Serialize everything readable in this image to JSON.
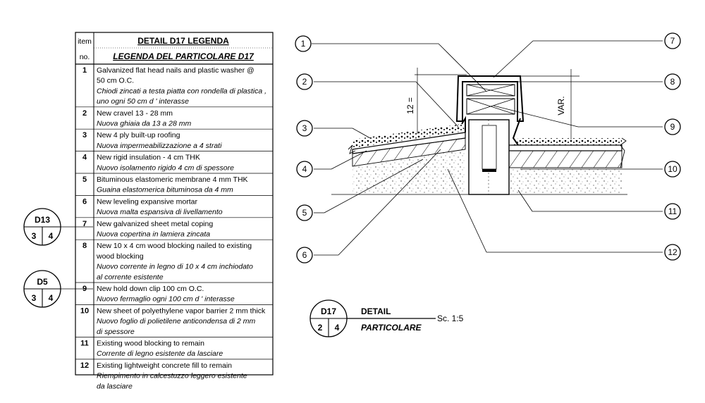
{
  "legend": {
    "col_item_top": "item",
    "col_item_bottom": "no.",
    "title_en": "DETAIL D17 LEGENDA",
    "title_it": "LEGENDA DEL PARTICOLARE D17",
    "rows": [
      {
        "no": "1",
        "lines": [
          {
            "t": "Galvanized flat head nails and plastic washer @",
            "it": false
          },
          {
            "t": "50 cm O.C.",
            "it": false
          },
          {
            "t": "Chiodi zincati a testa piatta con rondella di plastica ,",
            "it": true
          },
          {
            "t": "uno ogni 50 cm d ' interasse",
            "it": true
          }
        ]
      },
      {
        "no": "2",
        "lines": [
          {
            "t": "New cravel 13 - 28 mm",
            "it": false
          },
          {
            "t": "Nuova ghiaia da 13 a 28 mm",
            "it": true
          }
        ]
      },
      {
        "no": "3",
        "lines": [
          {
            "t": "New 4 ply built-up roofing",
            "it": false
          },
          {
            "t": "Nuova impermeabilizzazione a 4 strati",
            "it": true
          }
        ]
      },
      {
        "no": "4",
        "lines": [
          {
            "t": "New rigid insulation - 4 cm THK",
            "it": false
          },
          {
            "t": "Nuovo isolamento rigido 4 cm di spessore",
            "it": true
          }
        ]
      },
      {
        "no": "5",
        "lines": [
          {
            "t": "Bituminous elastomeric membrane 4 mm THK",
            "it": false
          },
          {
            "t": "Guaina elastomerica bituminosa da 4 mm",
            "it": true
          }
        ]
      },
      {
        "no": "6",
        "lines": [
          {
            "t": "New leveling expansive mortar",
            "it": false
          },
          {
            "t": "Nuova malta espansiva di livellamento",
            "it": true
          }
        ]
      },
      {
        "no": "7",
        "lines": [
          {
            "t": "New galvanized sheet metal coping",
            "it": false
          },
          {
            "t": "Nuova copertina in lamiera zincata",
            "it": true
          }
        ]
      },
      {
        "no": "8",
        "lines": [
          {
            "t": "New 10 x 4 cm wood blocking nailed to existing",
            "it": false
          },
          {
            "t": "wood blocking",
            "it": false
          },
          {
            "t": "Nuovo corrente in legno di 10 x 4 cm inchiodato",
            "it": true
          },
          {
            "t": "al corrente esistente",
            "it": true
          }
        ]
      },
      {
        "no": "9",
        "lines": [
          {
            "t": "New hold down clip 100 cm O.C.",
            "it": false
          },
          {
            "t": "Nuovo fermaglio ogni 100 cm d ' interasse",
            "it": true
          }
        ]
      },
      {
        "no": "10",
        "lines": [
          {
            "t": "New sheet of polyethylene vapor barrier 2 mm thick",
            "it": false
          },
          {
            "t": "Nuovo foglio di polietilene anticondensa di 2 mm",
            "it": true
          },
          {
            "t": "di spessore",
            "it": true
          }
        ]
      },
      {
        "no": "11",
        "lines": [
          {
            "t": "Existing wood blocking to remain",
            "it": false
          },
          {
            "t": "Corrente di legno esistente da lasciare",
            "it": true
          }
        ]
      },
      {
        "no": "12",
        "lines": [
          {
            "t": "Existing lightweight concrete fill to remain",
            "it": false
          },
          {
            "t": "Riempimento in calcestuzzo leggero esistente",
            "it": true
          },
          {
            "t": "da lasciare",
            "it": true
          }
        ]
      }
    ]
  },
  "ref_tags": [
    {
      "id": "D13",
      "left": "3",
      "right": "4"
    },
    {
      "id": "D5",
      "left": "3",
      "right": "4"
    }
  ],
  "detail_tag": {
    "id": "D17",
    "left": "2",
    "right": "4",
    "title_en": "DETAIL",
    "title_it": "PARTICOLARE",
    "scale": "Sc. 1:5"
  },
  "drawing": {
    "callouts": [
      "1",
      "2",
      "3",
      "4",
      "5",
      "6",
      "7",
      "8",
      "9",
      "10",
      "11",
      "12"
    ],
    "dim_left": "12 =",
    "dim_right": "VAR."
  }
}
